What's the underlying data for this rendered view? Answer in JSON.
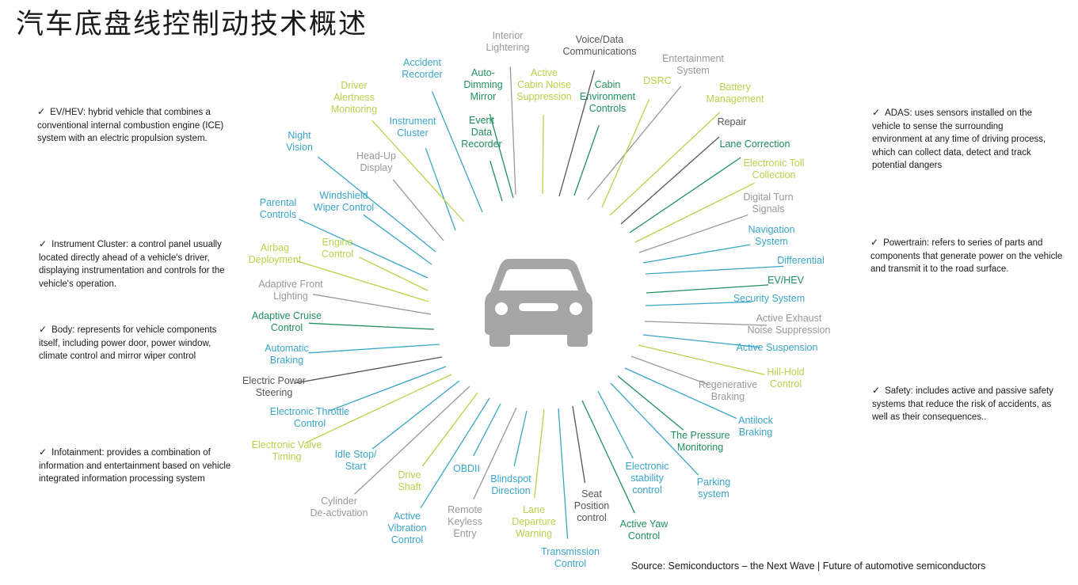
{
  "title": "汽车底盘线控制动技术概述",
  "notes_left": [
    {
      "check": "✓",
      "text": "EV/HEV: hybrid vehicle that combines a conventional internal combustion engine (ICE) system with an electric propulsion system."
    },
    {
      "check": "✓",
      "text": "Instrument Cluster: a control panel usually located directly ahead of a vehicle's driver, displaying instrumentation and controls for the vehicle's operation."
    },
    {
      "check": "✓",
      "text": "Body: represents for vehicle components itself, including power door, power window, climate control and mirror wiper control"
    },
    {
      "check": "✓",
      "text": "Infotainment: provides a combination of information and entertainment based on vehicle integrated information processing system"
    }
  ],
  "notes_right": [
    {
      "check": "✓",
      "text": "ADAS: uses sensors installed on the vehicle to sense the surrounding environment at any time of driving process, which can collect data, detect and track potential dangers"
    },
    {
      "check": "✓",
      "text": "Powertrain: refers to series of parts and components that generate power on the vehicle and transmit it to the road surface."
    },
    {
      "check": "✓",
      "text": "Safety: includes active and passive safety systems that reduce the risk of accidents, as well as their consequences.."
    }
  ],
  "source": "Source: Semiconductors – the Next Wave | Future of automotive semiconductors",
  "center_icon": "car-icon",
  "colors": {
    "teal": "#3aa6c7",
    "green": "#1f8f5f",
    "lime": "#b8d24a",
    "gray": "#999999",
    "darkgray": "#555555"
  },
  "systems": [
    {
      "label": "Interior\nLightering",
      "color": "gray"
    },
    {
      "label": "Voice/Data\nCommunications",
      "color": "darkgray"
    },
    {
      "label": "Entertainment\nSystem",
      "color": "gray"
    },
    {
      "label": "DSRC",
      "color": "lime"
    },
    {
      "label": "Battery\nManagement",
      "color": "lime"
    },
    {
      "label": "Repair",
      "color": "darkgray"
    },
    {
      "label": "Lane Correction",
      "color": "green"
    },
    {
      "label": "Electronic Toll\nCollection",
      "color": "lime"
    },
    {
      "label": "Digital Turn\nSignals",
      "color": "gray"
    },
    {
      "label": "Navigation\nSystem",
      "color": "teal"
    },
    {
      "label": "Differential",
      "color": "teal"
    },
    {
      "label": "EV/HEV",
      "color": "green"
    },
    {
      "label": "Security System",
      "color": "teal"
    },
    {
      "label": "Active Exhaust\nNoise Suppression",
      "color": "gray"
    },
    {
      "label": "Active Suspension",
      "color": "teal"
    },
    {
      "label": "Hill-Hold\nControl",
      "color": "lime"
    },
    {
      "label": "Regenerative\nBraking",
      "color": "gray"
    },
    {
      "label": "Antilock\nBraking",
      "color": "teal"
    },
    {
      "label": "The Pressure\nMonitoring",
      "color": "green"
    },
    {
      "label": "Parking\nsystem",
      "color": "teal"
    },
    {
      "label": "Electronic\nstability\ncontrol",
      "color": "teal"
    },
    {
      "label": "Active Yaw\nControl",
      "color": "green"
    },
    {
      "label": "Seat\nPosition\ncontrol",
      "color": "darkgray"
    },
    {
      "label": "Transmission\nControl",
      "color": "teal"
    },
    {
      "label": "Lane\nDeparture\nWarning",
      "color": "lime"
    },
    {
      "label": "Blindspot\nDirection",
      "color": "teal"
    },
    {
      "label": "Remote\nKeyless\nEntry",
      "color": "gray"
    },
    {
      "label": "OBDII",
      "color": "teal"
    },
    {
      "label": "Active\nVibration\nControl",
      "color": "teal"
    },
    {
      "label": "Drive\nShaft",
      "color": "lime"
    },
    {
      "label": "Cylinder\nDe-activation",
      "color": "gray"
    },
    {
      "label": "Idle Stop/\nStart",
      "color": "teal"
    },
    {
      "label": "Electronic Valve\nTiming",
      "color": "lime"
    },
    {
      "label": "Electronic Throttle\nControl",
      "color": "teal"
    },
    {
      "label": "Electric Power\nSteering",
      "color": "darkgray"
    },
    {
      "label": "Automatic\nBraking",
      "color": "teal"
    },
    {
      "label": "Adaptive Cruise\nControl",
      "color": "green"
    },
    {
      "label": "Adaptive Front\nLighting",
      "color": "gray"
    },
    {
      "label": "Airbag\nDeployment",
      "color": "lime"
    },
    {
      "label": "Engine\nControl",
      "color": "lime"
    },
    {
      "label": "Parental\nControls",
      "color": "teal"
    },
    {
      "label": "Windshield\nWiper Control",
      "color": "teal"
    },
    {
      "label": "Night\nVision",
      "color": "teal"
    },
    {
      "label": "Head-Up\nDisplay",
      "color": "gray"
    },
    {
      "label": "Instrument\nCluster",
      "color": "teal"
    },
    {
      "label": "Driver\nAlertness\nMonitoring",
      "color": "lime"
    },
    {
      "label": "Accident\nRecorder",
      "color": "teal"
    },
    {
      "label": "Event\nData\nRecorder",
      "color": "green"
    },
    {
      "label": "Auto-\nDimming\nMirror",
      "color": "green"
    },
    {
      "label": "Active\nCabin Noise\nSuppression",
      "color": "lime"
    },
    {
      "label": "Cabin\nEnvironment\nControls",
      "color": "green"
    }
  ]
}
